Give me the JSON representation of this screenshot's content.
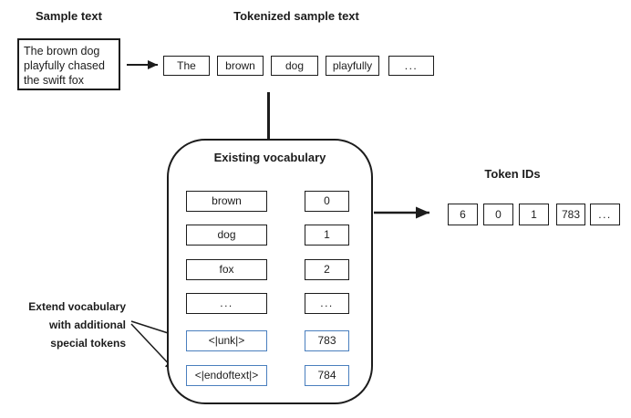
{
  "headings": {
    "sample": "Sample text",
    "tokenized": "Tokenized sample text",
    "vocabulary": "Existing vocabulary",
    "token_ids": "Token IDs"
  },
  "sample_text": "The brown dog playfully chased the swift fox",
  "tokens": [
    "The",
    "brown",
    "dog",
    "playfully",
    "..."
  ],
  "vocabulary_rows": [
    {
      "token": "brown",
      "id": "0"
    },
    {
      "token": "dog",
      "id": "1"
    },
    {
      "token": "fox",
      "id": "2"
    },
    {
      "token": "...",
      "id": "..."
    },
    {
      "token": "<|unk|>",
      "id": "783"
    },
    {
      "token": "<|endoftext|>",
      "id": "784"
    }
  ],
  "token_id_sequence": [
    "6",
    "0",
    "1",
    "783",
    "..."
  ],
  "annotation": {
    "lines": [
      "Extend vocabulary",
      "with additional",
      "special tokens"
    ]
  },
  "colors": {
    "ink": "#1c1c1c",
    "special_token_blue": "#4a7fbe"
  }
}
